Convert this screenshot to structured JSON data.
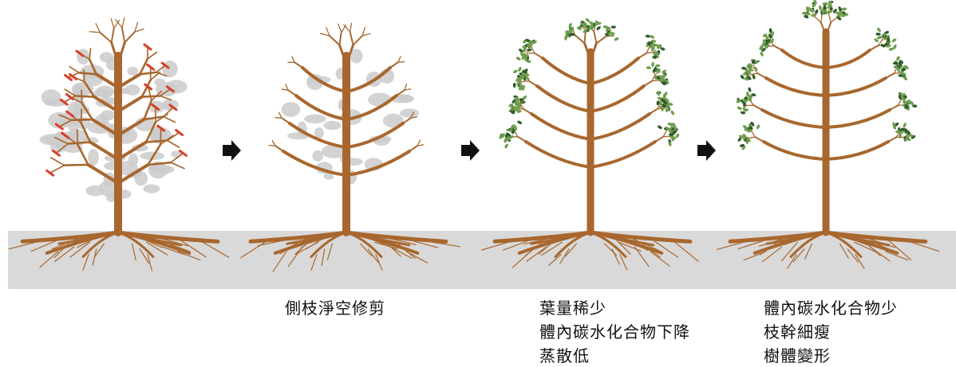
{
  "colors": {
    "ground": "#d9d9d9",
    "trunk": "#a8672e",
    "old_canopy": "#cbcbcb",
    "cut_mark": "#d7402a",
    "leaf": "#6f9e4f",
    "leaf_dark": "#2f5a2a",
    "arrow": "#111111"
  },
  "stages": [
    {
      "caption_lines": []
    },
    {
      "caption_lines": [
        "側枝淨空修剪"
      ]
    },
    {
      "caption_lines": [
        "葉量稀少",
        "體內碳水化合物下降",
        "蒸散低"
      ]
    },
    {
      "caption_lines": [
        "體內碳水化合物少",
        "枝幹細瘦",
        "樹體變形"
      ]
    }
  ]
}
